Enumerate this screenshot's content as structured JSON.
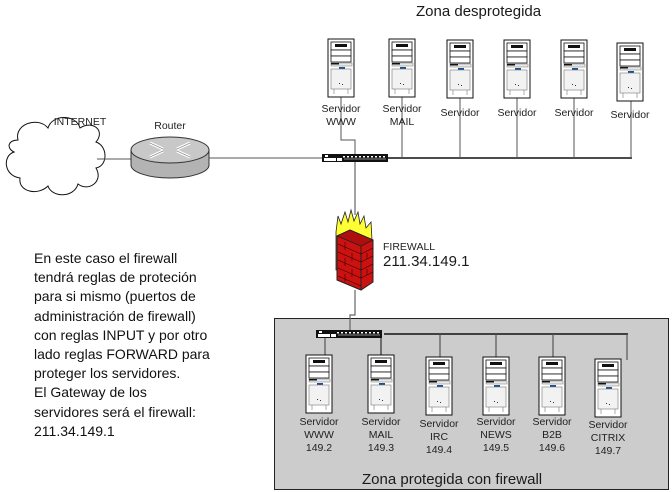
{
  "unprotected_zone": {
    "title": "Zona desprotegida",
    "servers": [
      {
        "line1": "Servidor",
        "line2": "WWW"
      },
      {
        "line1": "Servidor",
        "line2": "MAIL"
      },
      {
        "line1": "Servidor",
        "line2": ""
      },
      {
        "line1": "Servidor",
        "line2": ""
      },
      {
        "line1": "Servidor",
        "line2": ""
      },
      {
        "line1": "Servidor",
        "line2": ""
      }
    ]
  },
  "internet": {
    "label": "INTERNET"
  },
  "router": {
    "label": "Router"
  },
  "firewall": {
    "label": "FIREWALL",
    "ip": "211.34.149.1"
  },
  "note": {
    "lines": [
      "En este caso el firewall",
      "tendrá reglas de proteción",
      "para si mismo (puertos de",
      "administración de firewall)",
      "con reglas INPUT y por otro",
      "lado reglas FORWARD para",
      "proteger los servidores.",
      "El Gateway de los",
      "servidores será el firewall:",
      "211.34.149.1"
    ]
  },
  "protected_zone": {
    "title": "Zona protegida con firewall",
    "servers": [
      {
        "line1": "Servidor",
        "line2": "WWW",
        "line3": "149.2"
      },
      {
        "line1": "Servidor",
        "line2": "MAIL",
        "line3": "149.3"
      },
      {
        "line1": "Servidor",
        "line2": "IRC",
        "line3": "149.4"
      },
      {
        "line1": "Servidor",
        "line2": "NEWS",
        "line3": "149.5"
      },
      {
        "line1": "Servidor",
        "line2": "B2B",
        "line3": "149.6"
      },
      {
        "line1": "Servidor",
        "line2": "CITRIX",
        "line3": "149.7"
      }
    ]
  },
  "colors": {
    "zone_bg": "#cccccc",
    "brick": "#cc1111",
    "flame": "#ffff33",
    "router": "#b8b8b8",
    "line": "#666666"
  }
}
